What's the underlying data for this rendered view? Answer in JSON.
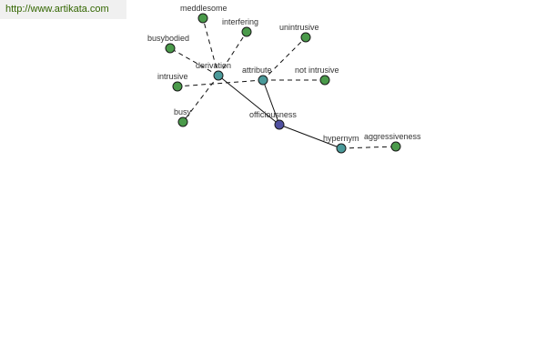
{
  "site_url": "http://www.artikata.com",
  "colors": {
    "center": "#5050a0",
    "relation": "#4a9a9a",
    "leaf": "#4a9a4a"
  },
  "graph": {
    "center": {
      "label": "officiousness"
    },
    "relations": [
      {
        "key": "derivation",
        "label": "derivation"
      },
      {
        "key": "attribute",
        "label": "attribute"
      },
      {
        "key": "hypernym",
        "label": "hypernym"
      }
    ],
    "leaves": [
      {
        "key": "meddlesome",
        "label": "meddlesome",
        "relation": "derivation"
      },
      {
        "key": "interfering",
        "label": "interfering",
        "relation": "derivation"
      },
      {
        "key": "busybodied",
        "label": "busybodied",
        "relation": "derivation"
      },
      {
        "key": "intrusive",
        "label": "intrusive",
        "relation": "attribute"
      },
      {
        "key": "busy",
        "label": "busy",
        "relation": "derivation"
      },
      {
        "key": "unintrusive",
        "label": "unintrusive",
        "relation": "attribute"
      },
      {
        "key": "not-intrusive",
        "label": "not intrusive",
        "relation": "attribute"
      },
      {
        "key": "aggressiveness",
        "label": "aggressiveness",
        "relation": "hypernym"
      }
    ]
  }
}
